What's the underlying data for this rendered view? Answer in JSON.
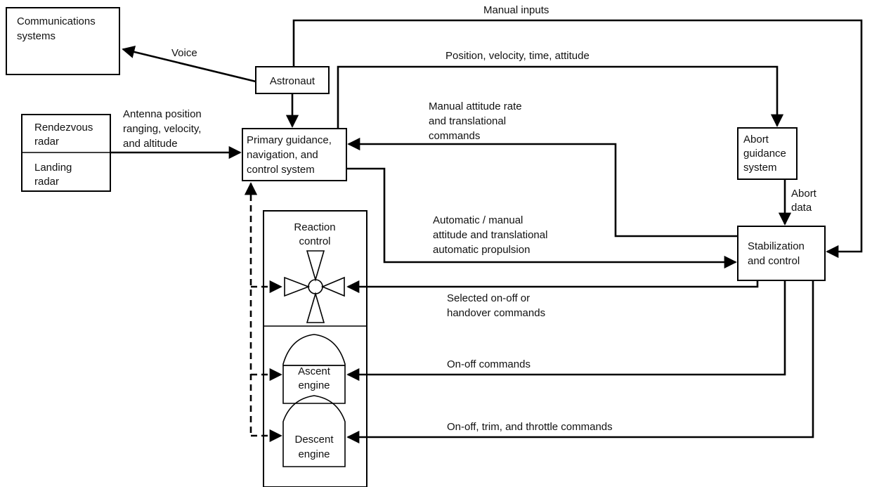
{
  "nodes": {
    "communications": [
      "Communications",
      "systems"
    ],
    "astronaut": "Astronaut",
    "rendezvous_radar": [
      "Rendezvous",
      "radar"
    ],
    "landing_radar": [
      "Landing",
      "radar"
    ],
    "pgnc": [
      "Primary guidance,",
      "navigation, and",
      "control system"
    ],
    "abort_guidance": [
      "Abort",
      "guidance",
      "system"
    ],
    "stabilization": [
      "Stabilization",
      "and control"
    ],
    "reaction_control": [
      "Reaction",
      "control"
    ],
    "ascent_engine": [
      "Ascent",
      "engine"
    ],
    "descent_engine": [
      "Descent",
      "engine"
    ]
  },
  "labels": {
    "manual_inputs": "Manual inputs",
    "voice": "Voice",
    "pos_vel": "Position, velocity, time, attitude",
    "antenna": [
      "Antenna position",
      "ranging, velocity,",
      "and altitude"
    ],
    "manual_attitude": [
      "Manual attitude rate",
      "and translational",
      "commands"
    ],
    "abort_data": [
      "Abort",
      "data"
    ],
    "automatic": [
      "Automatic / manual",
      "attitude and translational",
      "automatic propulsion"
    ],
    "selected": [
      "Selected on-off or",
      "handover commands"
    ],
    "onoff": "On-off commands",
    "onoff_trim": "On-off, trim, and throttle commands"
  }
}
